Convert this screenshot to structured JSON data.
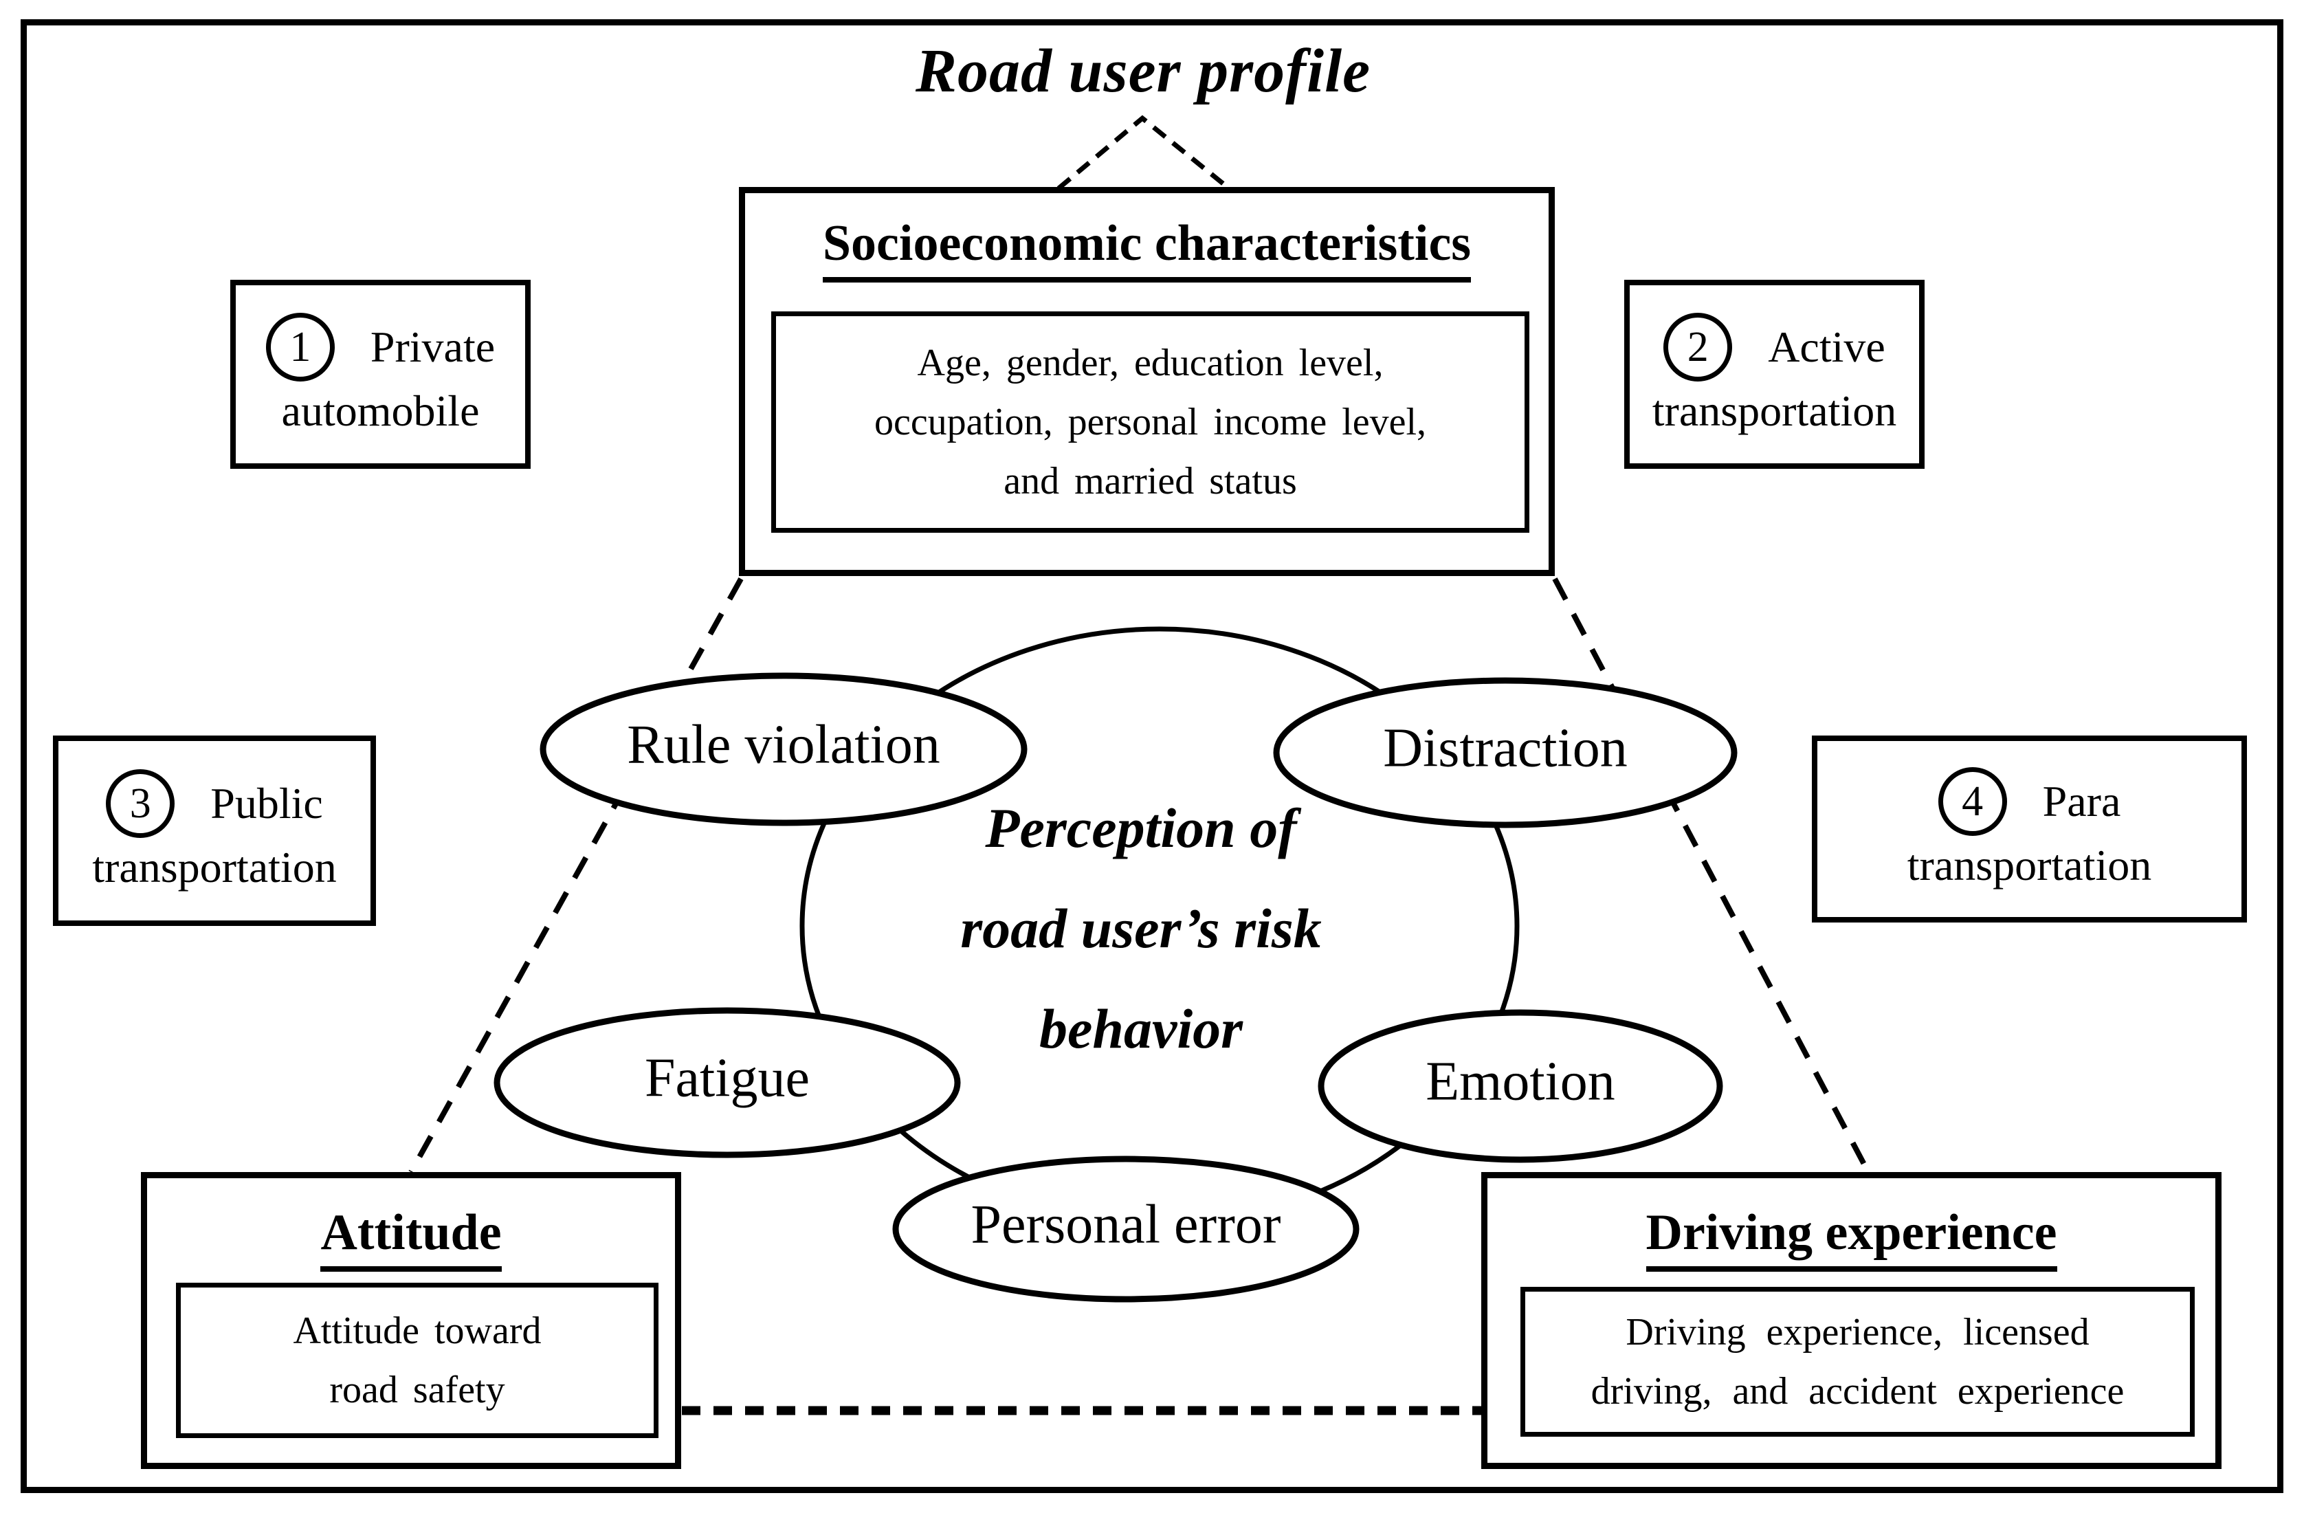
{
  "figure": {
    "title": "Road user profile",
    "center_label": {
      "line1": "Perception of",
      "line2": "road user’s risk",
      "line3": "behavior"
    },
    "factor_boxes": {
      "socioeconomic": {
        "header": "Socioeconomic characteristics",
        "detail_line1": "Age, gender, education level,",
        "detail_line2": "occupation, personal income level,",
        "detail_line3": "and married status"
      },
      "attitude": {
        "header": "Attitude",
        "detail_line1": "Attitude toward",
        "detail_line2": "road safety"
      },
      "driving_experience": {
        "header": "Driving experience",
        "detail_line1": "Driving experience, licensed",
        "detail_line2": "driving, and accident experience"
      }
    },
    "mode_boxes": [
      {
        "number": "1",
        "line1": "Private",
        "line2": "automobile"
      },
      {
        "number": "2",
        "line1": "Active",
        "line2": "transportation"
      },
      {
        "number": "3",
        "line1": "Public",
        "line2": "transportation"
      },
      {
        "number": "4",
        "line1": "Para",
        "line2": "transportation"
      }
    ],
    "behavior_ellipses": [
      "Rule violation",
      "Distraction",
      "Fatigue",
      "Emotion",
      "Personal error"
    ],
    "colors": {
      "ink": "#000000",
      "background": "#ffffff"
    }
  }
}
